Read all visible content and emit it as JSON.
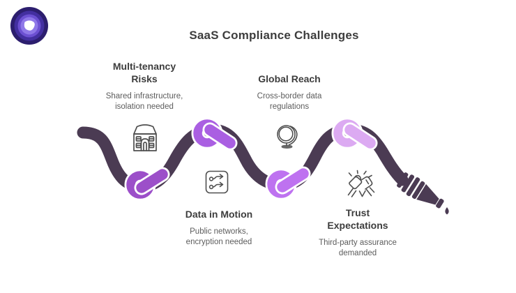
{
  "title": "SaaS Compliance Challenges",
  "colors": {
    "background": "#FFFFFF",
    "hose": "#4B3B53",
    "icon_stroke": "#4F4F4F",
    "heading_text": "#3D3D3D",
    "body_text": "#5C5C5C",
    "logo_rings": [
      "#2C1E6E",
      "#432FA0",
      "#6C50D2",
      "#8F78E8"
    ],
    "logo_center": "#FFFFFF"
  },
  "steps": [
    {
      "heading": "Multi-tenancy Risks",
      "description": "Shared infrastructure, isolation needed",
      "icon": "building-icon",
      "knot_color": "#9C4FC9",
      "label_position": "above"
    },
    {
      "heading": "Global Reach",
      "description": "Cross-border data regulations",
      "icon": "globe-icon",
      "knot_color": "#AA5FE2",
      "label_position": "above"
    },
    {
      "heading": "Data in Motion",
      "description": "Public networks, encryption needed",
      "icon": "data-flow-icon",
      "knot_color": "#BE72F0",
      "label_position": "below"
    },
    {
      "heading": "Trust Expectations",
      "description": "Third-party assurance demanded",
      "icon": "fist-bump-icon",
      "knot_color": "#DCAAF2",
      "label_position": "below"
    }
  ],
  "hose_end": {
    "nozzle": "hose-nozzle-icon",
    "drip": "water-drop-icon"
  }
}
